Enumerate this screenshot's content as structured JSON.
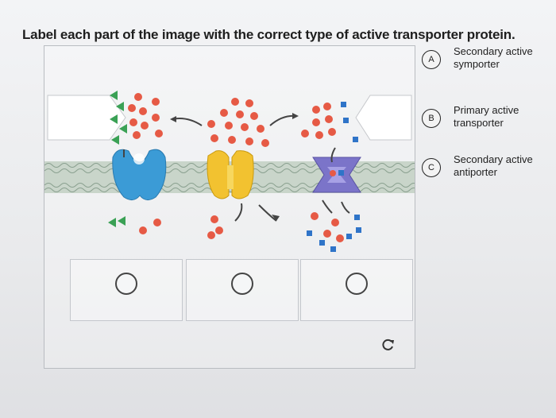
{
  "question": {
    "prompt": "Label each part of the image with the correct type of active transporter protein."
  },
  "options": [
    {
      "letter": "A",
      "label": "Secondary active symporter"
    },
    {
      "letter": "B",
      "label": "Primary active transporter"
    },
    {
      "letter": "C",
      "label": "Secondary active antiporter"
    }
  ],
  "targets": [
    {
      "id": "target-1",
      "value": ""
    },
    {
      "id": "target-2",
      "value": ""
    },
    {
      "id": "target-3",
      "value": ""
    }
  ],
  "icons": {
    "reset": "refresh-icon"
  },
  "colors": {
    "membrane": "#9fb3a3",
    "blue_transporter": "#3b9bd6",
    "yellow_transporter": "#f2c230",
    "purple_transporter": "#7b74c9",
    "red_particle": "#e65a45",
    "green_particle": "#3aa155",
    "blue_particle": "#2f74c8"
  }
}
